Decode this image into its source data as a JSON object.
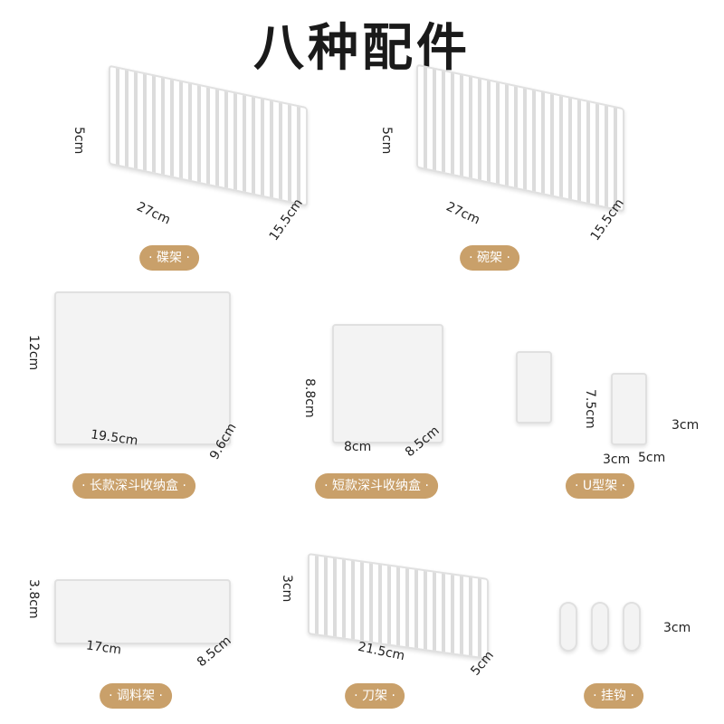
{
  "title": "八种配件",
  "accent": "#c9a06a",
  "items": [
    {
      "label": "· 碟架 ·",
      "h": "5cm",
      "l": "27cm",
      "w": "15.5cm"
    },
    {
      "label": "· 碗架 ·",
      "h": "5cm",
      "l": "27cm",
      "w": "15.5cm"
    },
    {
      "label": "· 长款深斗收纳盒 ·",
      "h": "12cm",
      "l": "19.5cm",
      "w": "9.6cm"
    },
    {
      "label": "· 短款深斗收纳盒 ·",
      "h": "8.8cm",
      "l": "8cm",
      "w": "8.5cm"
    },
    {
      "label": "· U型架 ·",
      "h": "7.5cm",
      "side": "3cm",
      "a": "3cm",
      "b": "5cm"
    },
    {
      "label": "· 调料架 ·",
      "h": "3.8cm",
      "l": "17cm",
      "w": "8.5cm"
    },
    {
      "label": "· 刀架 ·",
      "h": "3cm",
      "l": "21.5cm",
      "w": "5cm"
    },
    {
      "label": "· 挂钩 ·",
      "h": "3cm"
    }
  ]
}
